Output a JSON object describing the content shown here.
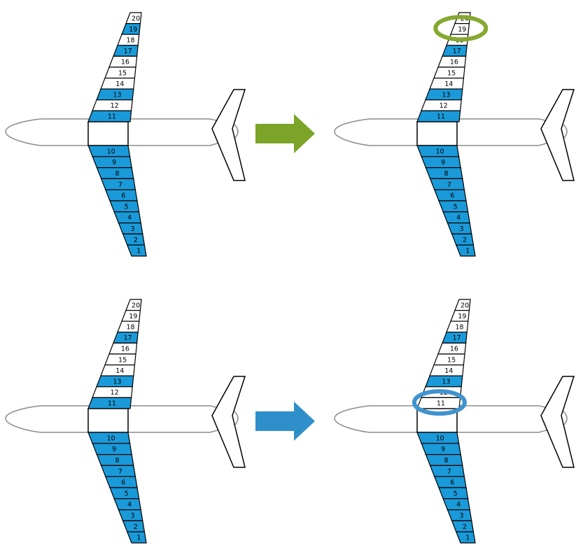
{
  "colors": {
    "tank_fill": "#1a9ad9",
    "empty_fill": "#ffffff",
    "outline": "#000000",
    "fuselage": "#8c8c8c",
    "arrow_top": "#7ba428",
    "arrow_bottom": "#2f8fcb",
    "ring_top": "#86a830",
    "ring_bottom": "#3f93cf"
  },
  "panels": [
    {
      "id": "top-before",
      "tanks": [
        {
          "label": "20",
          "filled": false
        },
        {
          "label": "19",
          "filled": true
        },
        {
          "label": "18",
          "filled": false
        },
        {
          "label": "17",
          "filled": true
        },
        {
          "label": "16",
          "filled": false
        },
        {
          "label": "15",
          "filled": false
        },
        {
          "label": "14",
          "filled": false
        },
        {
          "label": "13",
          "filled": true
        },
        {
          "label": "12",
          "filled": false
        },
        {
          "label": "11",
          "filled": true
        },
        {
          "label": "10",
          "filled": true
        },
        {
          "label": "9",
          "filled": true
        },
        {
          "label": "8",
          "filled": true
        },
        {
          "label": "7",
          "filled": true
        },
        {
          "label": "6",
          "filled": true
        },
        {
          "label": "5",
          "filled": true
        },
        {
          "label": "4",
          "filled": true
        },
        {
          "label": "3",
          "filled": true
        },
        {
          "label": "2",
          "filled": true
        },
        {
          "label": "1",
          "filled": true
        }
      ]
    },
    {
      "id": "top-after",
      "highlight": "19",
      "tanks": [
        {
          "label": "20",
          "filled": false
        },
        {
          "label": "19",
          "filled": false
        },
        {
          "label": "18",
          "filled": false
        },
        {
          "label": "17",
          "filled": true
        },
        {
          "label": "16",
          "filled": false
        },
        {
          "label": "15",
          "filled": false
        },
        {
          "label": "14",
          "filled": false
        },
        {
          "label": "13",
          "filled": true
        },
        {
          "label": "12",
          "filled": false
        },
        {
          "label": "11",
          "filled": true
        },
        {
          "label": "10",
          "filled": true
        },
        {
          "label": "9",
          "filled": true
        },
        {
          "label": "8",
          "filled": true
        },
        {
          "label": "7",
          "filled": true
        },
        {
          "label": "6",
          "filled": true
        },
        {
          "label": "5",
          "filled": true
        },
        {
          "label": "4",
          "filled": true
        },
        {
          "label": "3",
          "filled": true
        },
        {
          "label": "2",
          "filled": true
        },
        {
          "label": "1",
          "filled": true
        }
      ]
    },
    {
      "id": "bottom-before",
      "tanks": [
        {
          "label": "20",
          "filled": false
        },
        {
          "label": "19",
          "filled": false
        },
        {
          "label": "18",
          "filled": false
        },
        {
          "label": "17",
          "filled": true
        },
        {
          "label": "16",
          "filled": false
        },
        {
          "label": "15",
          "filled": false
        },
        {
          "label": "14",
          "filled": false
        },
        {
          "label": "13",
          "filled": true
        },
        {
          "label": "12",
          "filled": false
        },
        {
          "label": "11",
          "filled": true
        },
        {
          "label": "10",
          "filled": true
        },
        {
          "label": "9",
          "filled": true
        },
        {
          "label": "8",
          "filled": true
        },
        {
          "label": "7",
          "filled": true
        },
        {
          "label": "6",
          "filled": true
        },
        {
          "label": "5",
          "filled": true
        },
        {
          "label": "4",
          "filled": true
        },
        {
          "label": "3",
          "filled": true
        },
        {
          "label": "2",
          "filled": true
        },
        {
          "label": "1",
          "filled": true
        }
      ]
    },
    {
      "id": "bottom-after",
      "highlight": "11",
      "tanks": [
        {
          "label": "20",
          "filled": false
        },
        {
          "label": "19",
          "filled": false
        },
        {
          "label": "18",
          "filled": false
        },
        {
          "label": "17",
          "filled": true
        },
        {
          "label": "16",
          "filled": false
        },
        {
          "label": "15",
          "filled": false
        },
        {
          "label": "14",
          "filled": false
        },
        {
          "label": "13",
          "filled": true
        },
        {
          "label": "12",
          "filled": false
        },
        {
          "label": "11",
          "filled": false
        },
        {
          "label": "10",
          "filled": true
        },
        {
          "label": "9",
          "filled": true
        },
        {
          "label": "8",
          "filled": true
        },
        {
          "label": "7",
          "filled": true
        },
        {
          "label": "6",
          "filled": true
        },
        {
          "label": "5",
          "filled": true
        },
        {
          "label": "4",
          "filled": true
        },
        {
          "label": "3",
          "filled": true
        },
        {
          "label": "2",
          "filled": true
        },
        {
          "label": "1",
          "filled": true
        }
      ]
    }
  ]
}
